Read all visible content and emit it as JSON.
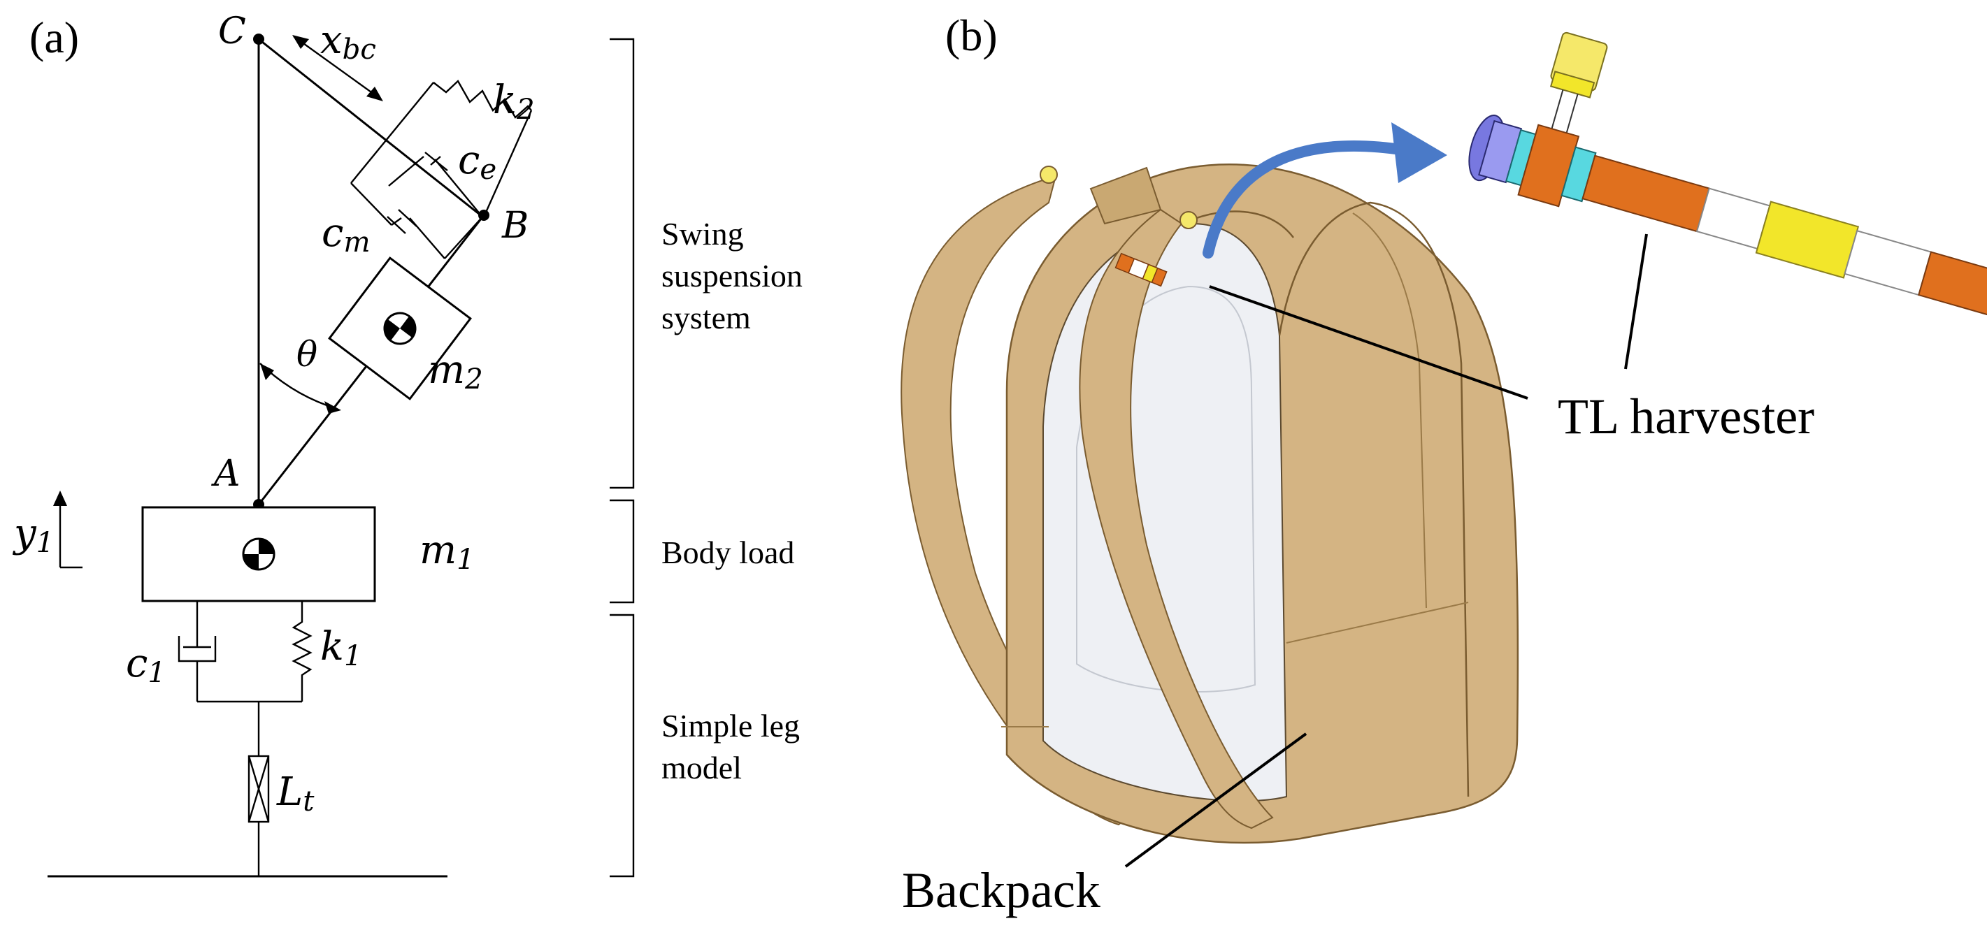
{
  "panels": {
    "a": {
      "tag": "(a)"
    },
    "b": {
      "tag": "(b)"
    }
  },
  "points": {
    "A": "A",
    "B": "B",
    "C": "C"
  },
  "variables": {
    "x_bc": {
      "base": "x",
      "sub": "bc"
    },
    "k2": {
      "base": "k",
      "sub": "2"
    },
    "ce": {
      "base": "c",
      "sub": "e"
    },
    "cm": {
      "base": "c",
      "sub": "m"
    },
    "theta": {
      "base": "θ",
      "sub": ""
    },
    "m2": {
      "base": "m",
      "sub": "2"
    },
    "m1": {
      "base": "m",
      "sub": "1"
    },
    "y1": {
      "base": "y",
      "sub": "1"
    },
    "c1": {
      "base": "c",
      "sub": "1"
    },
    "k1": {
      "base": "k",
      "sub": "1"
    },
    "Lt": {
      "base": "L",
      "sub": "t"
    }
  },
  "brackets": {
    "swing": [
      "Swing",
      "suspension",
      "system"
    ],
    "body": [
      "Body load"
    ],
    "leg": [
      "Simple leg",
      "model"
    ]
  },
  "callouts": {
    "harvester": "TL harvester",
    "backpack": "Backpack"
  },
  "colors": {
    "strap": "#d4b483",
    "strap_dark": "#b8935a",
    "bag_inner": "#eef0f4",
    "arrow_blue": "#4a7ac8",
    "orange": "#e0701e",
    "yellow": "#f2e62a",
    "clip_yellow": "#f5e86a",
    "disk_blue": "#7878e0",
    "cyan": "#58d8e0"
  }
}
